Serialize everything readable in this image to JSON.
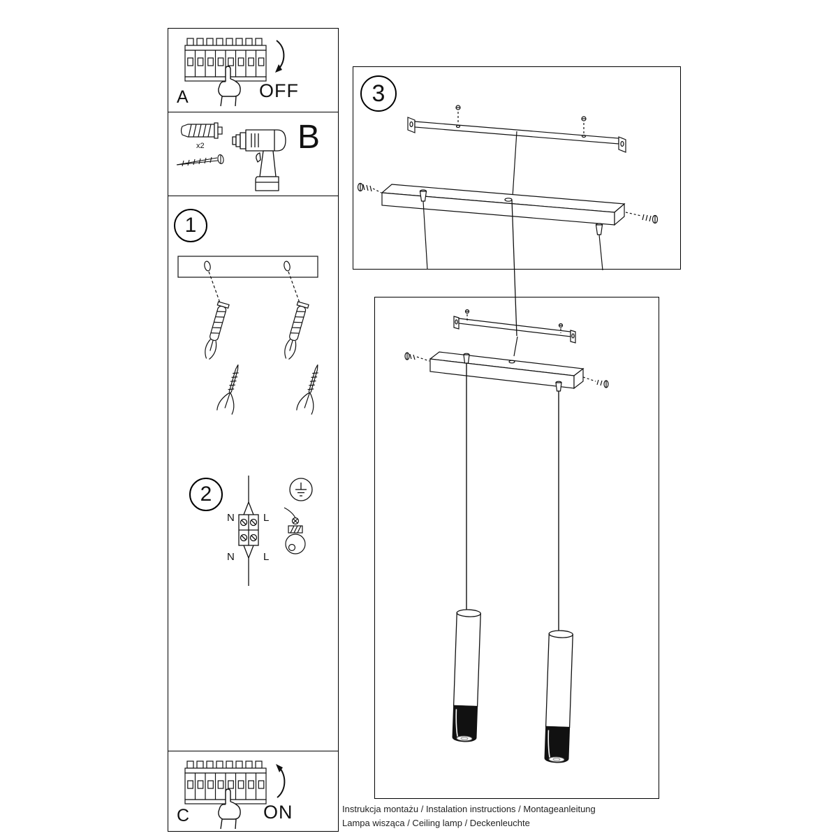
{
  "panel_a": {
    "label": "A",
    "state": "OFF"
  },
  "panel_b": {
    "label": "B",
    "anchor_count": "x2"
  },
  "step_1": {
    "number": "1"
  },
  "step_2": {
    "number": "2",
    "labels": {
      "n_top": "N",
      "l_top": "L",
      "n_bottom": "N",
      "l_bottom": "L"
    }
  },
  "step_3": {
    "number": "3"
  },
  "panel_c": {
    "label": "C",
    "state": "ON"
  },
  "footer": {
    "line_1": "Instrukcja montażu / Instalation instructions / Montageanleitung",
    "line_2": "Lampa wisząca / Ceiling lamp / Deckenleuchte"
  }
}
